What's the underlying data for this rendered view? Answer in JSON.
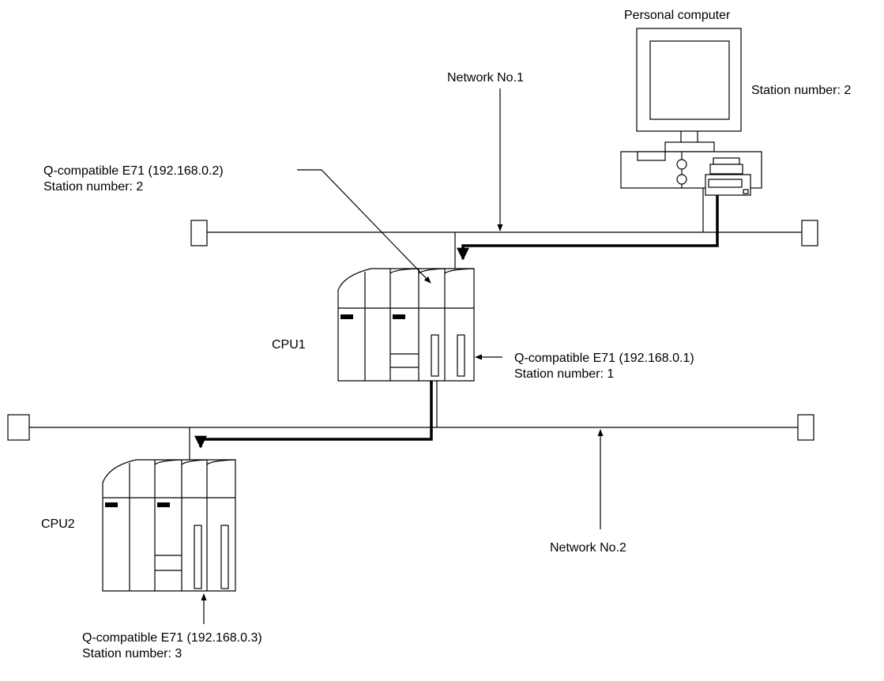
{
  "diagram": {
    "personal_computer": {
      "title": "Personal computer",
      "station": "Station number: 2"
    },
    "network1": {
      "label": "Network No.1"
    },
    "network2": {
      "label": "Network No.2"
    },
    "cpu1": {
      "label": "CPU1",
      "e71_top": {
        "label": "Q-compatible E71 (192.168.0.2)",
        "station": "Station number: 2"
      },
      "e71_bottom": {
        "label": "Q-compatible E71 (192.168.0.1)",
        "station": "Station number: 1"
      }
    },
    "cpu2": {
      "label": "CPU2",
      "e71": {
        "label": "Q-compatible E71 (192.168.0.3)",
        "station": "Station number: 3"
      }
    }
  }
}
